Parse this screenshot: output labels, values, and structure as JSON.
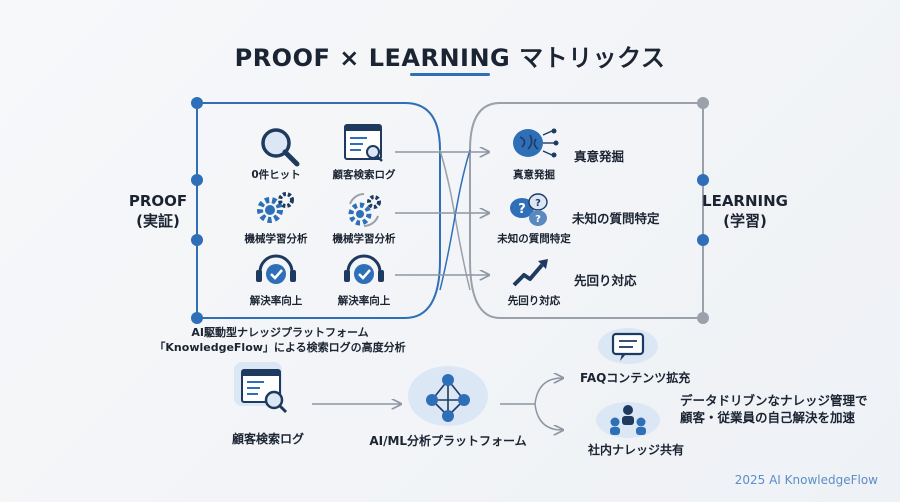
{
  "title": "PROOF × LEARNING マトリックス",
  "proof": {
    "line1": "PROOF",
    "line2": "(実証)"
  },
  "learning": {
    "line1": "LEARNING",
    "line2": "(学習)"
  },
  "proof_items": [
    {
      "label": "0件ヒット",
      "icon": "magnifier-icon"
    },
    {
      "label": "顧客検索ログ",
      "icon": "search-log-icon"
    },
    {
      "label": "機械学習分析",
      "icon": "gears-icon"
    },
    {
      "label": "機械学習分析",
      "icon": "gears-cycle-icon"
    },
    {
      "label": "解決率向上",
      "icon": "headset-check-icon"
    },
    {
      "label": "解決率向上",
      "icon": "headset-check-icon"
    }
  ],
  "learning_items": [
    {
      "label": "真意発掘",
      "side_label": "真意発掘",
      "icon": "brain-icon"
    },
    {
      "label": "未知の質問特定",
      "side_label": "未知の質問特定",
      "icon": "question-bubbles-icon"
    },
    {
      "label": "先回り対応",
      "side_label": "先回り対応",
      "icon": "trend-up-icon"
    }
  ],
  "platform_caption": {
    "line1": "AI駆動型ナレッジプラットフォーム",
    "line2": "「KnowledgeFlow」による検索ログの高度分析"
  },
  "flow": {
    "source": "顧客検索ログ",
    "platform": "AI/ML分析プラットフォーム",
    "outputs": [
      "FAQコンテンツ拡充",
      "社内ナレッジ共有"
    ],
    "summary_line1": "データドリブンなナレッジ管理で",
    "summary_line2": "顧客・従業員の自己解決を加速"
  },
  "footer": "2025 AI KnowledgeFlow",
  "colors": {
    "accent": "#2f6fb8",
    "gray": "#9aa1ab",
    "dark": "#1b2432"
  }
}
